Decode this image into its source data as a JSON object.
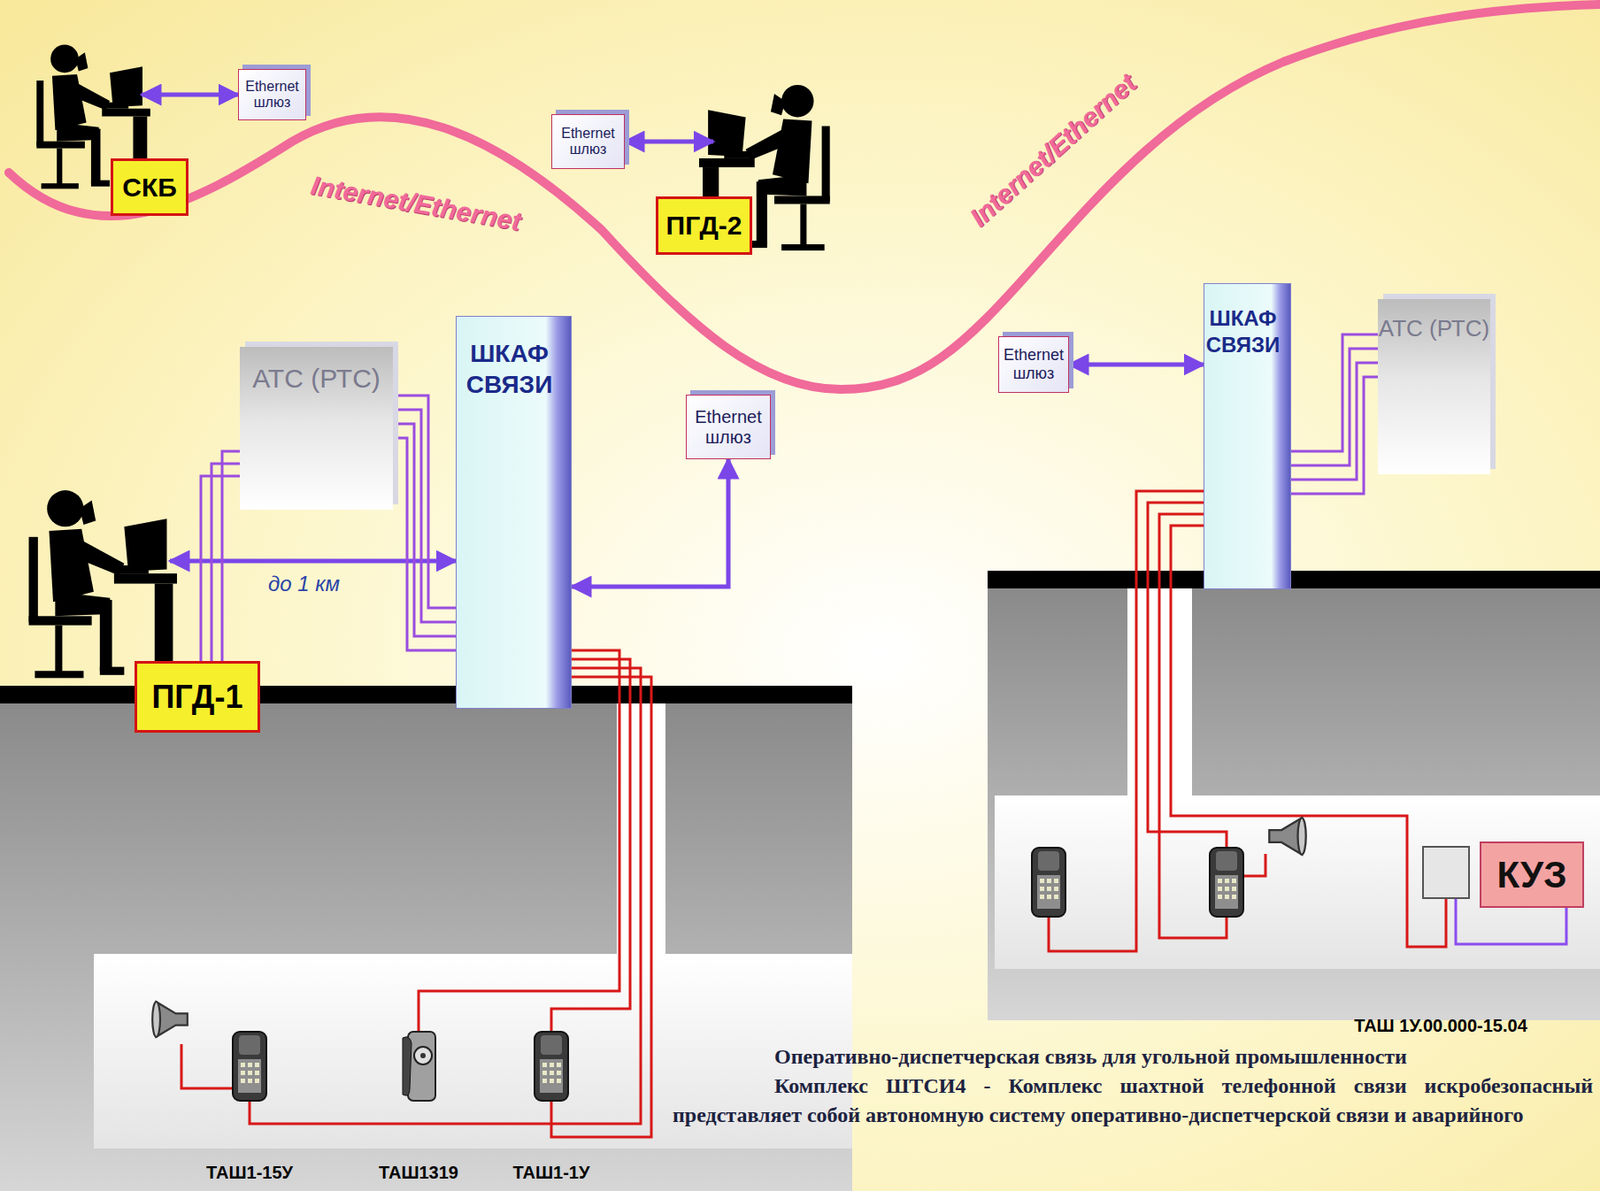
{
  "diagram": {
    "nodes": [
      {
        "text": [
          "СКБ"
        ]
      },
      {
        "text": [
          "Ethernet шлюз"
        ]
      },
      {
        "text": [
          "Ethernet шлюз"
        ]
      },
      {
        "text": [
          "ПГД-2"
        ]
      },
      {
        "text": [
          "АТС (РТС)"
        ]
      },
      {
        "text": [
          "ШКАФ СВЯЗИ"
        ]
      },
      {
        "text": [
          "Ethernet шлюз"
        ]
      },
      {
        "text": [
          "ПГД-1"
        ]
      },
      {
        "text": [
          "Ethernet шлюз"
        ]
      },
      {
        "text": [
          "ШКАФ СВЯЗИ"
        ]
      },
      {
        "text": [
          "АТС (РТС)"
        ]
      },
      {
        "text": [
          "КУЗ"
        ]
      }
    ],
    "edges": [
      {
        "from": 0,
        "to": 1,
        "arrow": "both"
      },
      {
        "from": 2,
        "to": 3,
        "arrow": "both"
      },
      {
        "from": 7,
        "to": 5,
        "label": "до 1 км",
        "arrow": "both"
      },
      {
        "from": 5,
        "to": 6,
        "arrow": "both"
      },
      {
        "from": 8,
        "to": 9,
        "arrow": "both"
      },
      {
        "from": 7,
        "to": 4,
        "arrow": "none"
      },
      {
        "from": 4,
        "to": 5,
        "arrow": "none"
      },
      {
        "from": 9,
        "to": 10,
        "arrow": "none"
      }
    ],
    "labels": [
      "Internet/Ethernet",
      "Internet/Ethernet",
      "ТАШ1-15У",
      "ТАШ1319",
      "ТАШ1-1У",
      "ТАШ 1У.00.000-15.04",
      "Оперативно-диспетчерская связь для угольной промышленности",
      "Комплекс ШТСИ4 - Комплекс шахтной телефонной связи искробезопасный представляет собой автономную систему оперативно-диспетчерской связи и аварийного"
    ]
  }
}
